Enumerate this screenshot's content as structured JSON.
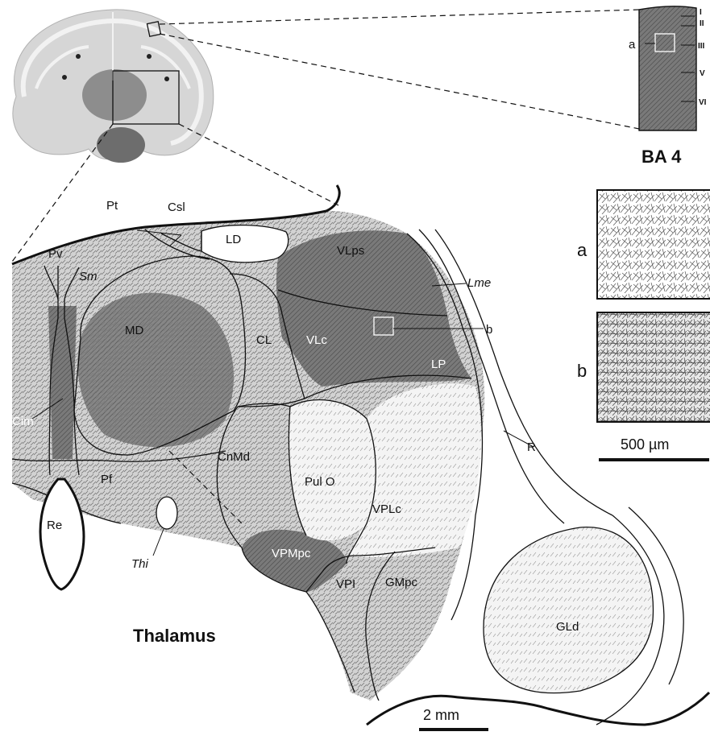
{
  "figure": {
    "title": "Thalamus",
    "cortex_label": "BA 4",
    "inset_a_label": "a",
    "inset_b_label": "b",
    "inset_scale": "500 µm",
    "main_scale": "2 mm",
    "cortex_layers": [
      "I",
      "II",
      "III",
      "V",
      "VI"
    ]
  },
  "regions": {
    "pt": "Pt",
    "csl": "Csl",
    "ld": "LD",
    "vlps": "VLps",
    "lme": "Lme",
    "pv": "Pv",
    "sm": "Sm",
    "md": "MD",
    "cl": "CL",
    "vlc": "VLc",
    "lp": "LP",
    "cim": "Cim",
    "r": "R",
    "pf": "Pf",
    "cnmd": "CnMd",
    "pulo": "Pul O",
    "vplc": "VPLc",
    "re": "Re",
    "thi": "Thi",
    "vpmpc": "VPMpc",
    "vpi": "VPI",
    "gmpc": "GMpc",
    "gld": "GLd"
  },
  "colors": {
    "dense": "#6e6e6e",
    "medium": "#9a9a9a",
    "light": "#c4c4c4",
    "line": "#111111"
  }
}
